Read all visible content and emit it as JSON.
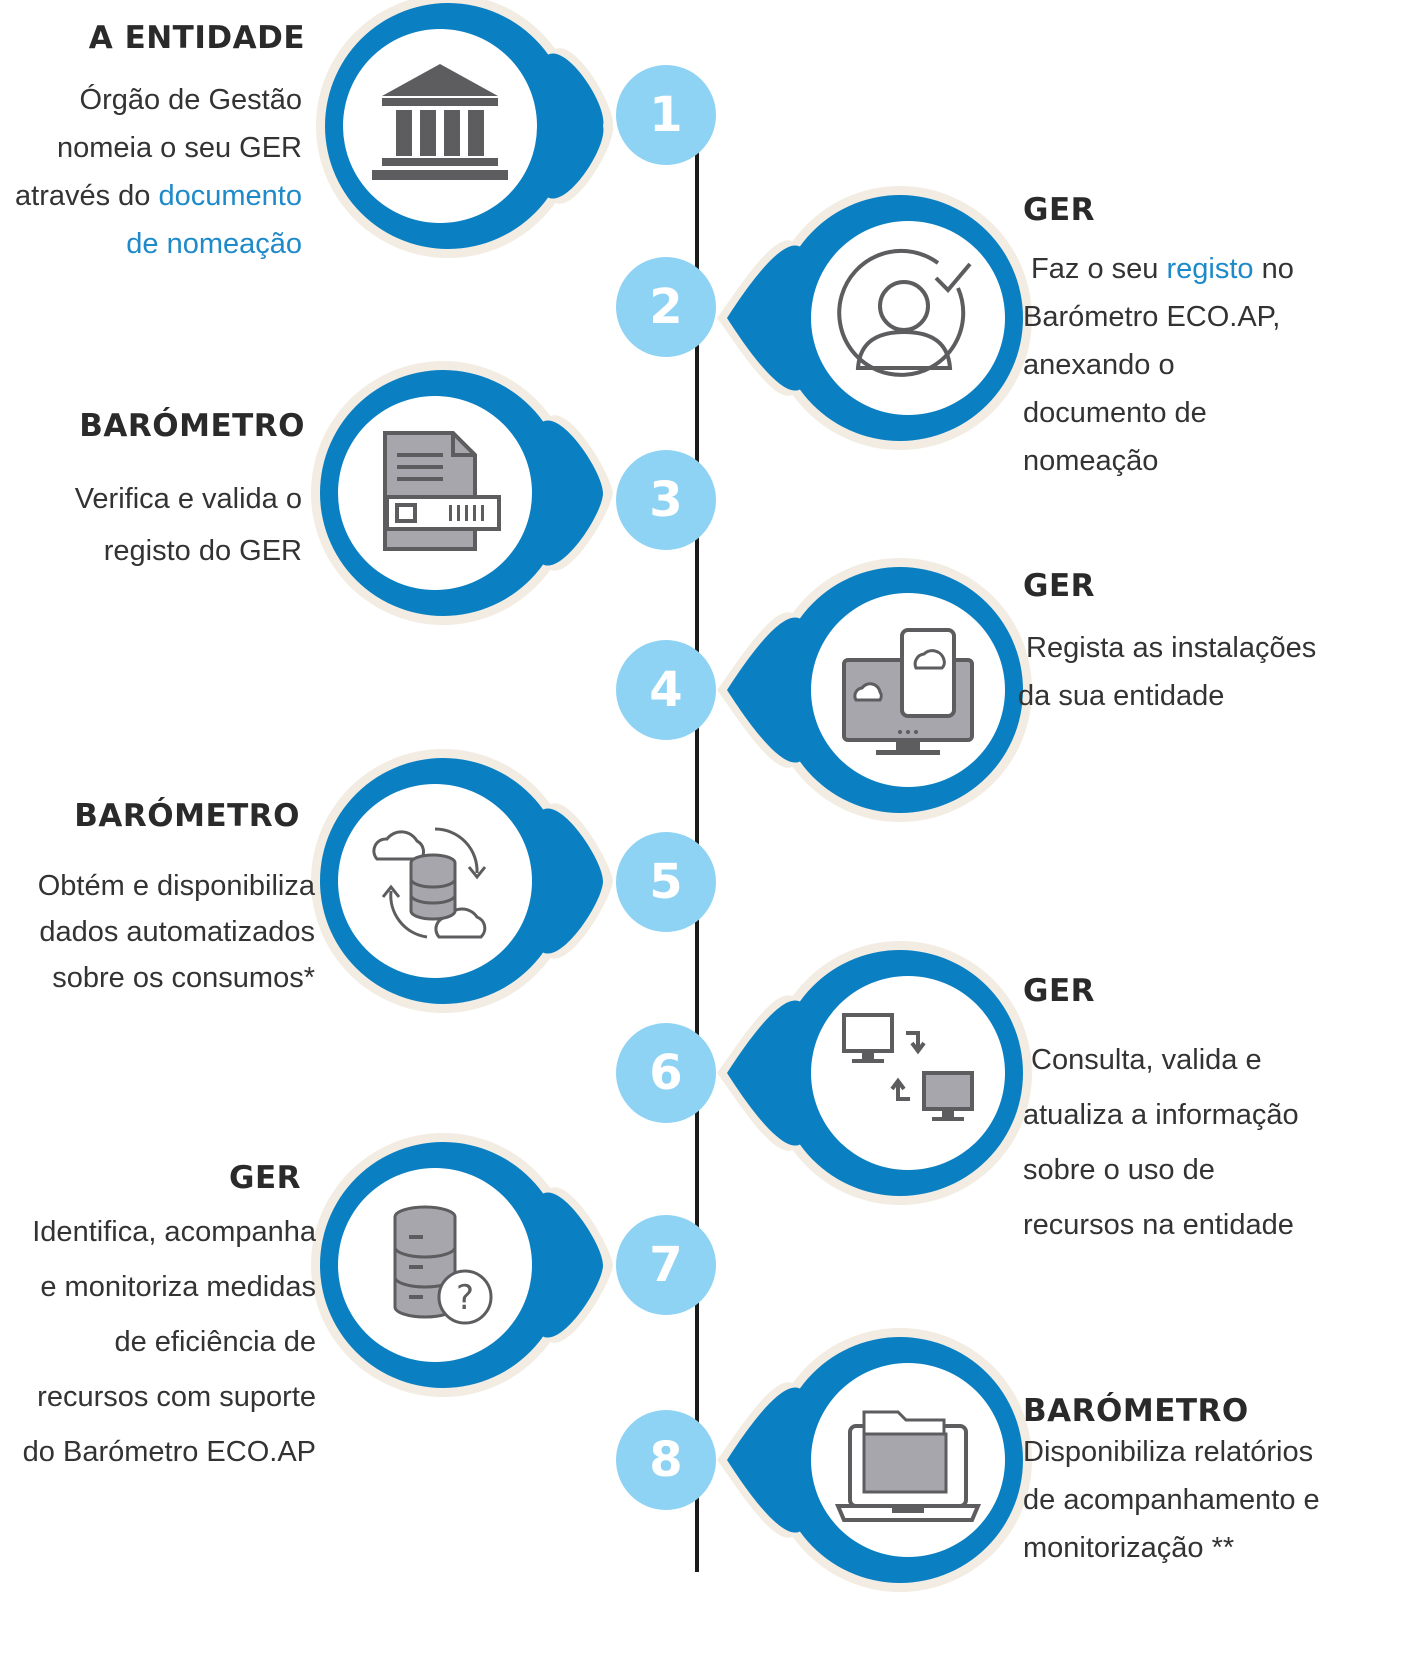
{
  "steps": [
    {
      "number": "1",
      "side": "left",
      "actor": "A ENTIDADE",
      "lines": [
        [
          "Órgão de Gestão"
        ],
        [
          "nomeia o seu GER"
        ],
        [
          "através do ",
          {
            "link": "documento"
          }
        ],
        [
          {
            "link": "de nomeação"
          }
        ]
      ],
      "icon": "bank-building-icon"
    },
    {
      "number": "2",
      "side": "right",
      "actor": "GER",
      "lines": [
        [
          " Faz o seu ",
          {
            "link": "registo"
          },
          " no"
        ],
        [
          "Barómetro ECO.AP,"
        ],
        [
          "anexando o"
        ],
        [
          "documento de"
        ],
        [
          "nomeação"
        ]
      ],
      "icon": "user-check-icon"
    },
    {
      "number": "3",
      "side": "left",
      "actor": "BARÓMETRO",
      "lines": [
        [
          "Verifica e valida o"
        ],
        [
          "registo do GER"
        ]
      ],
      "icon": "document-barcode-icon"
    },
    {
      "number": "4",
      "side": "right",
      "actor": "GER",
      "lines": [
        [
          " Regista as instalações"
        ],
        [
          "da sua entidade"
        ]
      ],
      "icon": "monitor-phone-cloud-icon"
    },
    {
      "number": "5",
      "side": "left",
      "actor": "BARÓMETRO",
      "lines": [
        [
          "Obtém e disponibiliza"
        ],
        [
          "dados automatizados"
        ],
        [
          "sobre os consumos*"
        ]
      ],
      "icon": "cloud-database-sync-icon"
    },
    {
      "number": "6",
      "side": "right",
      "actor": "GER",
      "lines": [
        [
          " Consulta, valida e"
        ],
        [
          "atualiza a informação"
        ],
        [
          "sobre o uso de"
        ],
        [
          "recursos na entidade"
        ]
      ],
      "icon": "computers-transfer-icon"
    },
    {
      "number": "7",
      "side": "left",
      "actor": "GER",
      "lines": [
        [
          "Identifica, acompanha"
        ],
        [
          "e monitoriza medidas"
        ],
        [
          "de eficiência de"
        ],
        [
          "recursos com suporte"
        ],
        [
          "do Barómetro ECO.AP"
        ]
      ],
      "icon": "database-question-icon"
    },
    {
      "number": "8",
      "side": "right",
      "actor": "BARÓMETRO",
      "lines": [
        [
          "Disponibiliza relatórios"
        ],
        [
          "de acompanhamento e"
        ],
        [
          "monitorização **"
        ]
      ],
      "icon": "laptop-folder-icon"
    }
  ],
  "colors": {
    "drop_blue": "#0a7fc2",
    "drop_beige": "#f2ece3",
    "number_circle": "#8fd3f4",
    "link": "#1f8ac9",
    "icon_gray": "#5d5d60",
    "icon_fill": "#a7a6ad",
    "line": "#1a1a1a"
  }
}
